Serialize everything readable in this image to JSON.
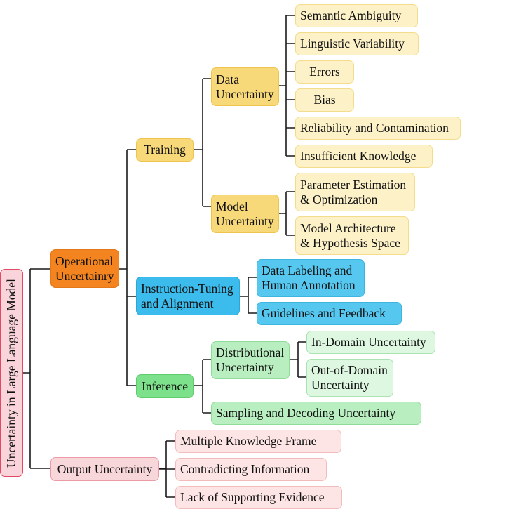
{
  "diagram": {
    "root": "Uncertainty in Large Language Model",
    "operational": "Operational\nUncertainry",
    "output": "Output Uncertainty",
    "training": "Training",
    "instruction": "Instruction-Tuning\nand Alignment",
    "inference": "Inference",
    "data_uncertainty": "Data\nUncertainty",
    "model_uncertainty": "Model\nUncertainty",
    "distributional": "Distributional\nUncertainty",
    "leaves": {
      "semantic_ambiguity": "Semantic Ambiguity",
      "linguistic_variability": "Linguistic Variability",
      "errors": "Errors",
      "bias": "Bias",
      "reliability": "Reliability and Contamination",
      "insufficient": "Insufficient Knowledge",
      "parameter": "Parameter Estimation\n& Optimization",
      "architecture": "Model Architecture\n& Hypothesis Space",
      "data_labeling": "Data Labeling and\nHuman Annotation",
      "guidelines": "Guidelines and Feedback",
      "in_domain": "In-Domain Uncertainty",
      "out_of_domain": "Out-of-Domain\nUncertainty",
      "sampling": "Sampling and Decoding Uncertainty",
      "multiple_frame": "Multiple Knowledge Frame",
      "contradicting": "Contradicting Information",
      "lack_evidence": "Lack of Supporting Evidence"
    },
    "colors": {
      "root": "#f9d4da",
      "operational": "#f3841f",
      "training": "#f8d97a",
      "training_leaf": "#fdf1c8",
      "instruction": "#3bbcec",
      "inference": "#7de08a",
      "inference_leaf": "#b9eec0",
      "output": "#f8d7da",
      "output_leaf": "#fde5e5"
    }
  }
}
